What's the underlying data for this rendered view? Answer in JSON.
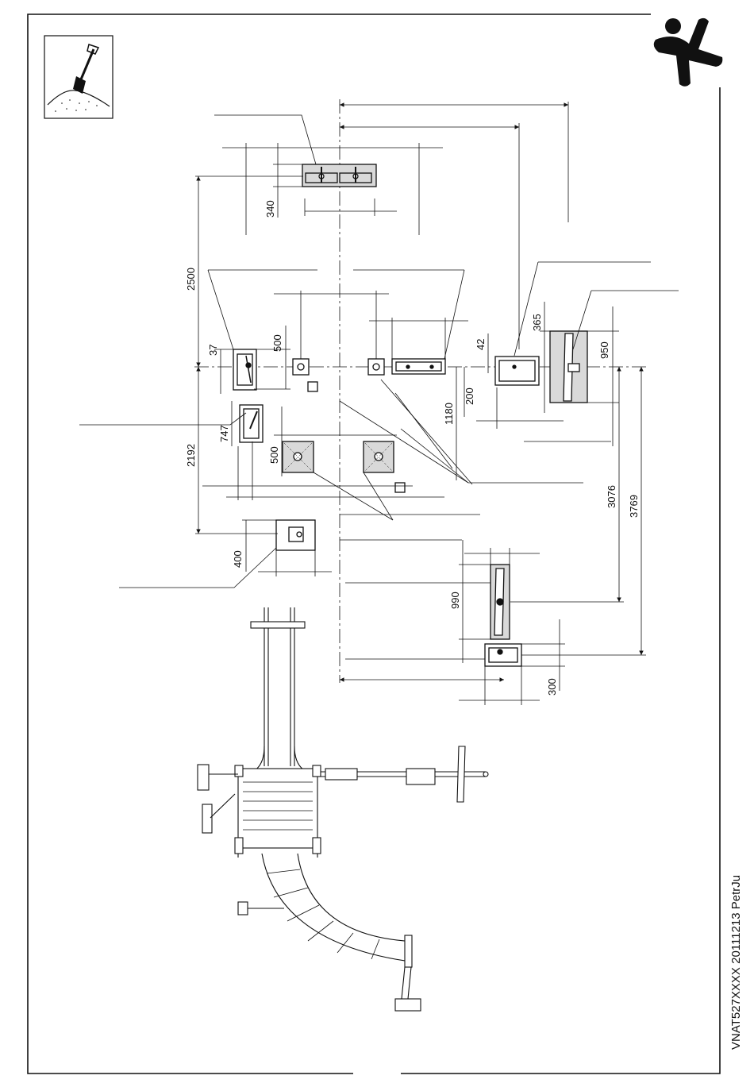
{
  "drawing": {
    "reference": "VNAT527XXXX 20111213 PetrJu",
    "colors": {
      "line": "#111111",
      "fill": "#d9d9d9",
      "paper": "#ffffff"
    },
    "icons": {
      "logo": "figure-logo-icon",
      "excavation": "shovel-excavation-icon"
    },
    "dimensions": {
      "d340": "340",
      "d2500": "2500",
      "d37": "37",
      "d500a": "500",
      "d42": "42",
      "d365": "365",
      "d950": "950",
      "d200": "200",
      "d1180": "1180",
      "d747": "747",
      "d500b": "500",
      "d2192": "2192",
      "d3076": "3076",
      "d3769": "3769",
      "d400": "400",
      "d990": "990",
      "d300": "300"
    }
  }
}
